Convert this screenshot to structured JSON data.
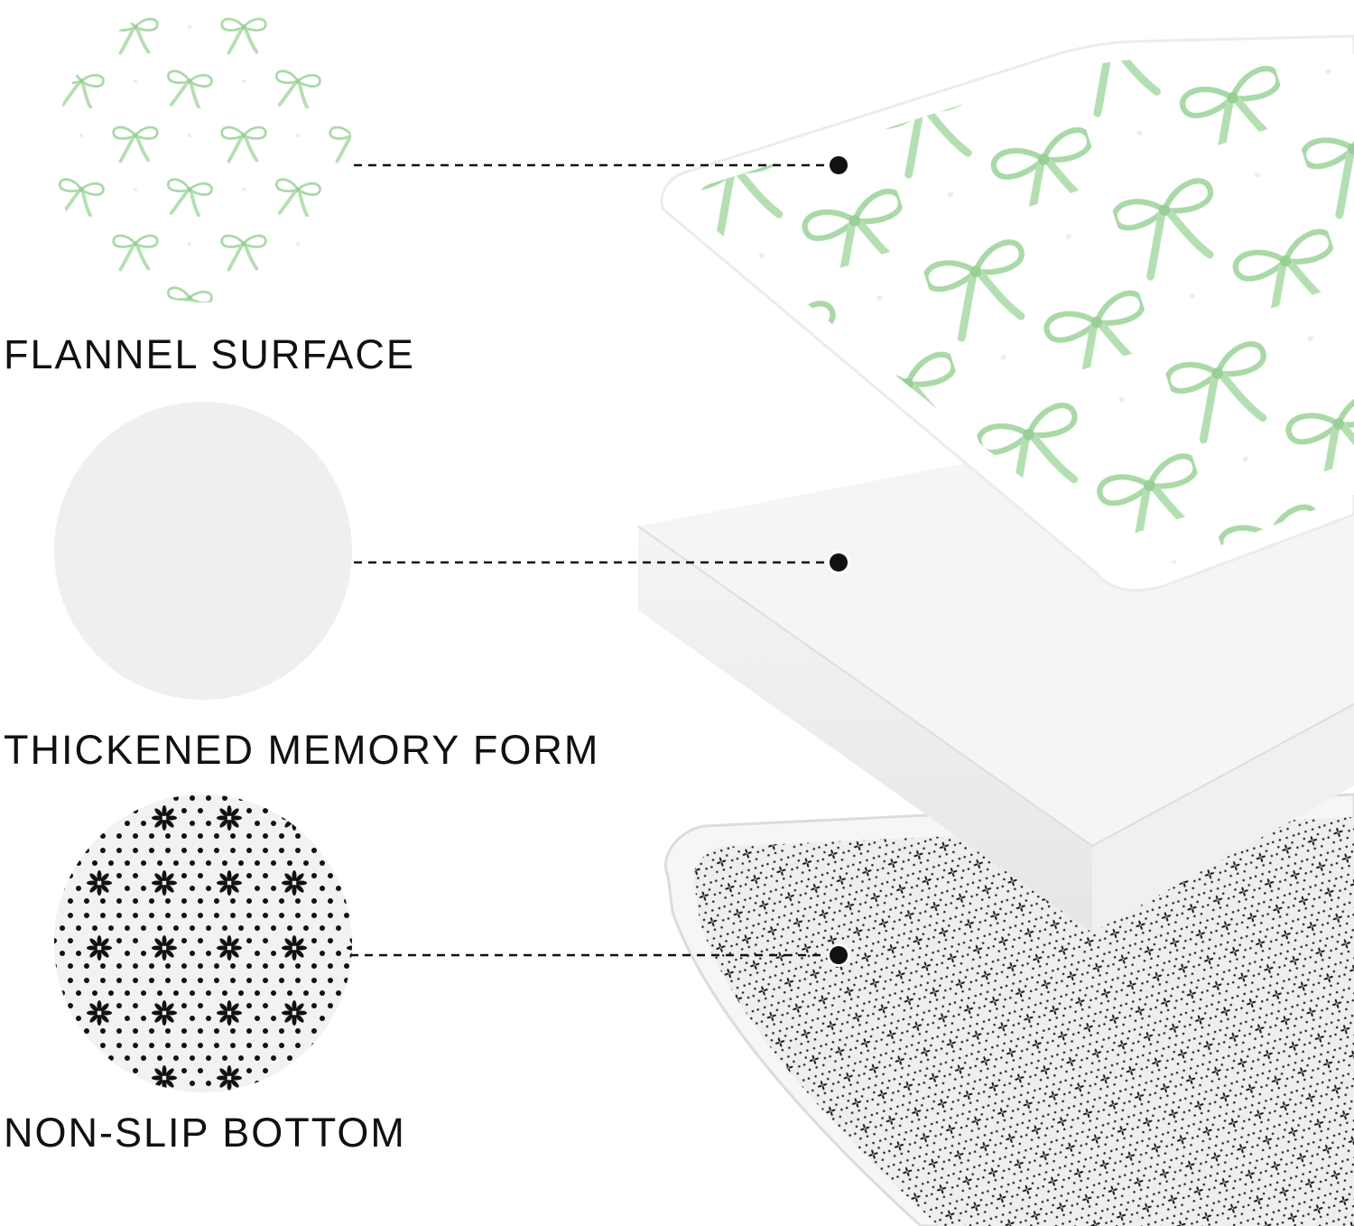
{
  "layers": [
    {
      "label": "FLANNEL SURFACE",
      "texture": "green-bow-print",
      "accent": "#a8d8a8"
    },
    {
      "label": "THICKENED MEMORY FORM",
      "texture": "white-foam",
      "accent": "#d9d9d9"
    },
    {
      "label": "NON-SLIP BOTTOM",
      "texture": "black-dot-flower-grip",
      "accent": "#111111"
    }
  ]
}
